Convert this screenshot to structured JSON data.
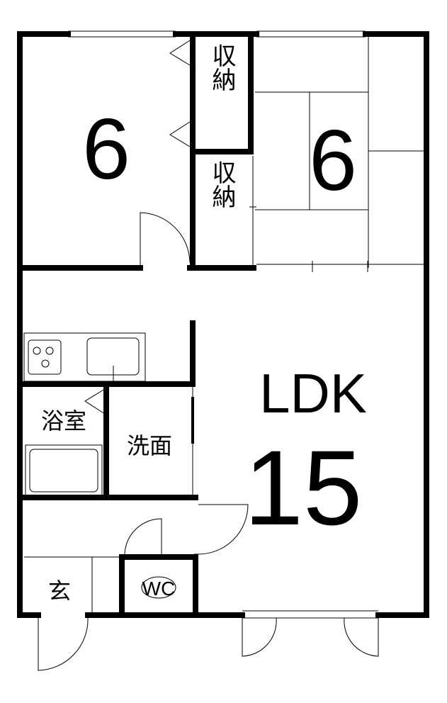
{
  "floorplan": {
    "rooms": {
      "western_room": {
        "size": "6"
      },
      "japanese_room": {
        "size": "6"
      },
      "closet_upper": {
        "label": "収納"
      },
      "closet_lower": {
        "label": "収納"
      },
      "ldk": {
        "label": "LDK",
        "size": "15"
      },
      "bath": {
        "label": "浴室"
      },
      "washroom": {
        "label": "洗面"
      },
      "entrance": {
        "label": "玄"
      },
      "toilet": {
        "label": "WC"
      }
    },
    "colors": {
      "wall": "#000000",
      "background": "#ffffff",
      "fixture": "#9a9a9a"
    }
  }
}
